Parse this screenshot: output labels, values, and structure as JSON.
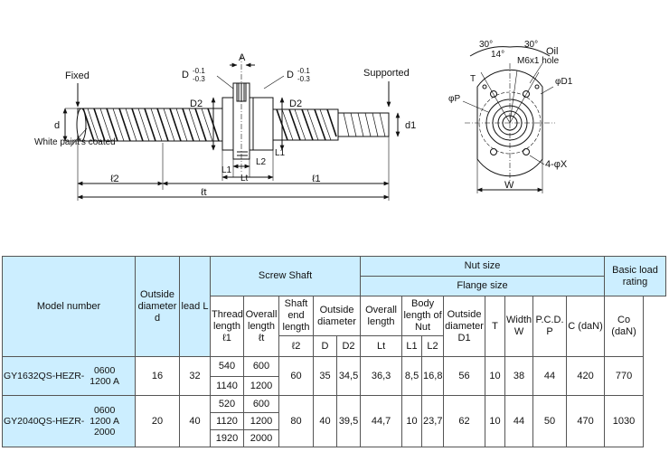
{
  "drawing": {
    "labels": {
      "fixed": "Fixed",
      "supported": "Supported",
      "white_paint": "White paint's coated",
      "d": "d",
      "d1": "d1",
      "d2_left": "D2",
      "d2_right": "D2",
      "a": "A",
      "d_tol_left": "D",
      "d_tol_right": "D",
      "tol_upper": "-0.1",
      "tol_lower": "-0.3",
      "l1_nut": "L1",
      "l2_nut": "L2",
      "lt_nut": "Lt",
      "l1_right": "L1",
      "l2_shaft": "ℓ2",
      "l1_shaft": "ℓ1",
      "lt_shaft": "ℓt",
      "angle_30_left": "30°",
      "angle_30_right": "30°",
      "angle_14": "14°",
      "oil": "Oil",
      "oil_hole": "M6x1 hole",
      "phi_p": "φP",
      "phi_d1": "φD1",
      "holes": "4-φX",
      "t": "T",
      "w": "W"
    }
  },
  "table": {
    "headers": {
      "model_number": "Model number",
      "outside_diameter_d": "Outside diameter d",
      "lead": "lead L",
      "screw_shaft": "Screw Shaft",
      "nut_size": "Nut size",
      "flange_size": "Flange size",
      "basic_load": "Basic load rating",
      "thread_length": "Thread length ℓ1",
      "overall_length_shaft": "Overall length ℓt",
      "shaft_end_length": "Shaft end length",
      "shaft_outside_diameter": "Outside diameter",
      "overall_length_nut": "Overall length",
      "body_length": "Body length of Nut",
      "flange_outside_diameter": "Outside diameter D1",
      "t": "T",
      "width": "Width W",
      "pcd": "P.C.D. P",
      "c": "C (daN)",
      "co": "Co (daN)",
      "sub_l2": "ℓ2",
      "sub_d": "D",
      "sub_d2": "D2",
      "sub_lt": "Lt",
      "sub_l1": "L1",
      "sub_l2_nut": "L2"
    },
    "rows": [
      {
        "model": "GY1632QS-HEZR-",
        "suffixes": [
          "0600",
          "1200 A"
        ],
        "d": "16",
        "lead": "32",
        "thread_lengths": [
          "540",
          "1140"
        ],
        "overall_lengths": [
          "600",
          "1200"
        ],
        "shaft_end": "60",
        "D": "35",
        "D2": "34,5",
        "Lt": "36,3",
        "L1": "8,5",
        "L2": "16,8",
        "D1": "56",
        "T": "10",
        "W": "38",
        "P": "44",
        "C": "420",
        "Co": "770"
      },
      {
        "model": "GY2040QS-HEZR-",
        "suffixes": [
          "0600",
          "1200 A",
          "2000"
        ],
        "d": "20",
        "lead": "40",
        "thread_lengths": [
          "520",
          "1120",
          "1920"
        ],
        "overall_lengths": [
          "600",
          "1200",
          "2000"
        ],
        "shaft_end": "80",
        "D": "40",
        "D2": "39,5",
        "Lt": "44,7",
        "L1": "10",
        "L2": "23,7",
        "D1": "62",
        "T": "10",
        "W": "44",
        "P": "50",
        "C": "470",
        "Co": "1030"
      }
    ]
  }
}
